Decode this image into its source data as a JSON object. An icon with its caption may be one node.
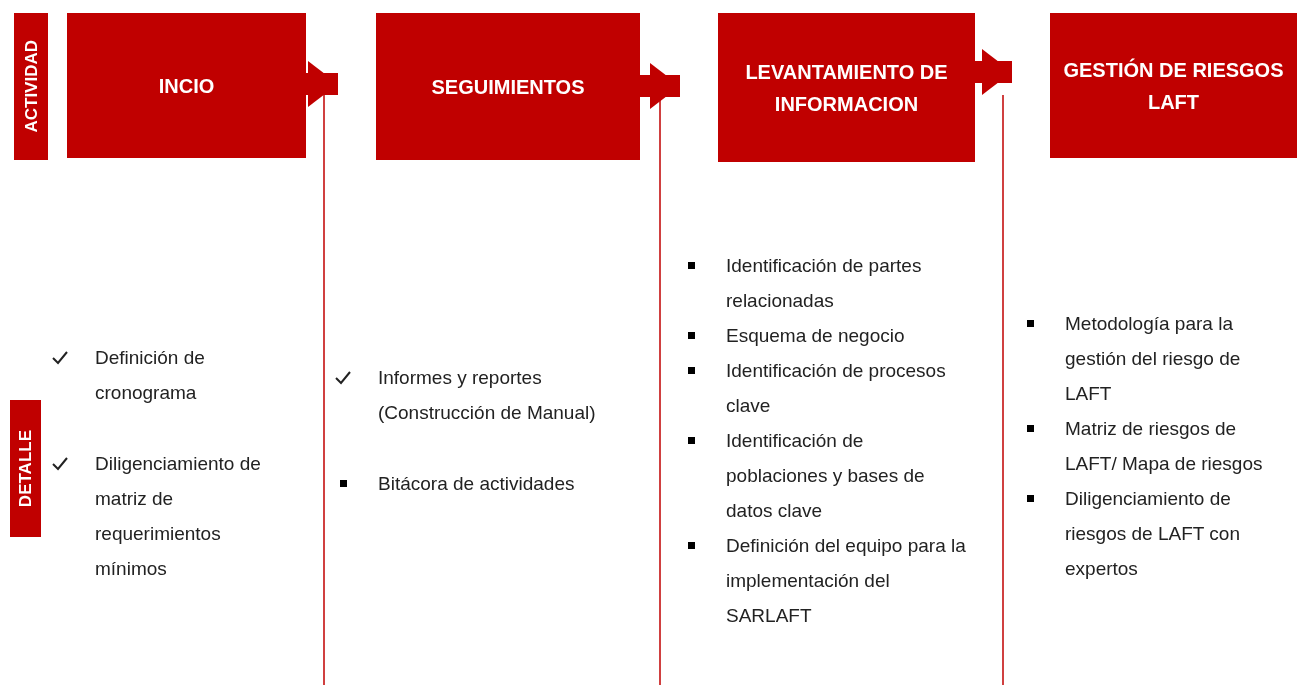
{
  "diagram": {
    "nodes": [
      {
        "text": [
          "ACTIVIDAD"
        ]
      },
      {
        "text": [
          "INCIO"
        ]
      },
      {
        "text": [
          "SEGUIMIENTOS"
        ]
      },
      {
        "text": [
          "LEVANTAMIENTO DE INFORMACION"
        ]
      },
      {
        "text": [
          "GESTIÓN DE RIESGOS LAFT"
        ]
      },
      {
        "text": [
          "DETALLE"
        ]
      }
    ],
    "edges": [
      {
        "from": 1,
        "to": 2,
        "arrow": "to"
      },
      {
        "from": 2,
        "to": 3,
        "arrow": "to"
      },
      {
        "from": 3,
        "to": 4,
        "arrow": "to"
      }
    ],
    "labels": [
      "Definición de cronograma",
      "Diligenciamiento de matriz de requerimientos mínimos",
      "Informes y reportes (Construcción de Manual)",
      "Bitácora de actividades",
      "Identificación de partes relacionadas",
      "Esquema de negocio",
      "Identificación de procesos clave",
      "Identificación de poblaciones y bases de datos clave",
      "Definición del equipo para la implementación del SARLAFT",
      "Metodología para la gestión del riesgo de LAFT",
      "Matriz de riesgos de LAFT/ Mapa de riesgos",
      "Diligenciamiento de riesgos de LAFT con expertos"
    ]
  }
}
